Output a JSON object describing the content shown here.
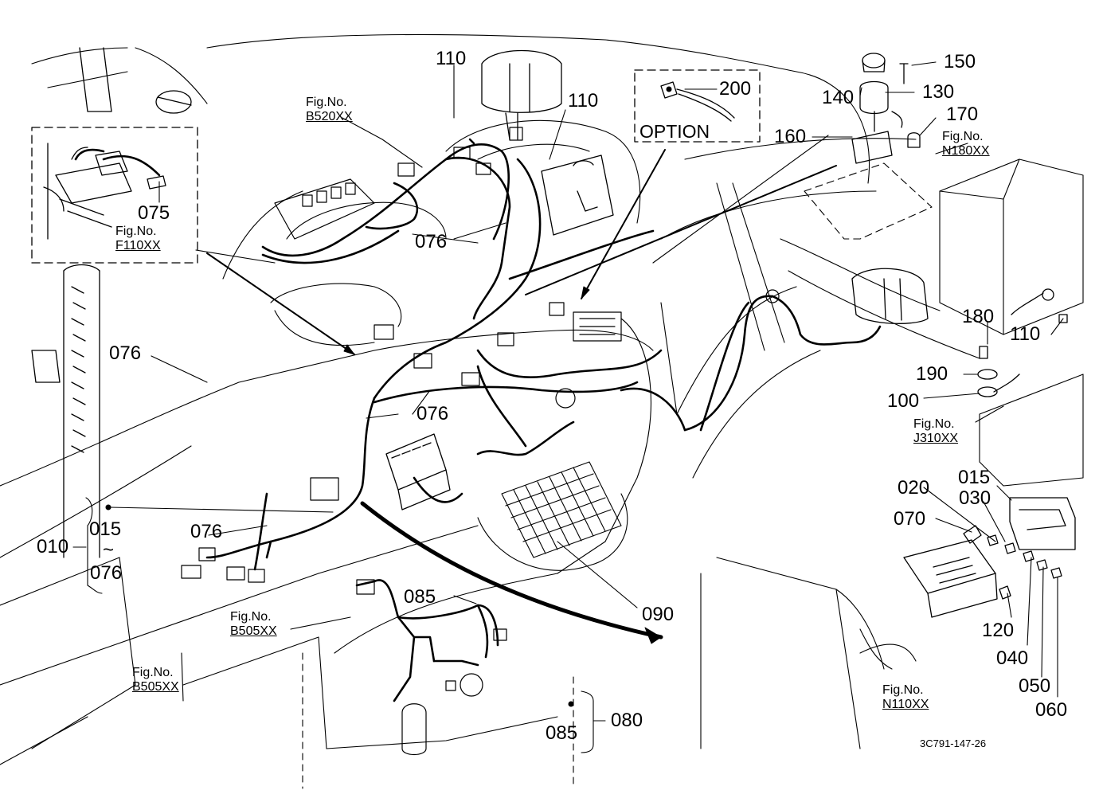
{
  "diagram": {
    "drawing_number": "3C791-147-26",
    "option_label": "OPTION",
    "fig_prefix": "Fig.No.",
    "fig_refs": {
      "b520": "B520XX",
      "f110": "F110XX",
      "n180": "N180XX",
      "j310": "J310XX",
      "b505_upper": "B505XX",
      "b505_lower": "B505XX",
      "n110": "N110XX"
    },
    "callouts": {
      "c010": "010",
      "c015_range": "015",
      "c076_range": "076",
      "range_tilde": "~",
      "c015_relay": "015",
      "c020": "020",
      "c030": "030",
      "c040": "040",
      "c050": "050",
      "c060": "060",
      "c070": "070",
      "c075": "075",
      "c076_a": "076",
      "c076_b": "076",
      "c076_c": "076",
      "c076_d": "076",
      "c080": "080",
      "c085_a": "085",
      "c085_b": "085",
      "c090": "090",
      "c100": "100",
      "c110_a": "110",
      "c110_b": "110",
      "c110_c": "110",
      "c120": "120",
      "c130": "130",
      "c140": "140",
      "c150": "150",
      "c160": "160",
      "c170": "170",
      "c180": "180",
      "c190": "190",
      "c200": "200"
    }
  }
}
